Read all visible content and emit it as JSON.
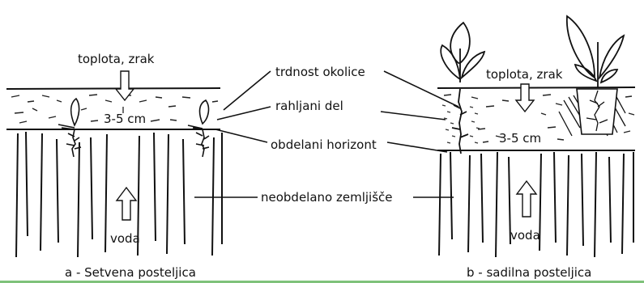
{
  "panel_a": {
    "heat_label": "toplota, zrak",
    "depth_label": "3-5 cm",
    "water_label": "voda",
    "caption": "a - Setvena posteljica"
  },
  "panel_b": {
    "heat_label": "toplota, zrak",
    "depth_label": "3-5 cm",
    "water_label": "voda",
    "caption": "b - sadilna posteljica"
  },
  "callouts": {
    "firmness": "trdnost okolice",
    "loosened": "rahljani del",
    "tilled": "obdelani horizont",
    "untilled": "neobdelano zemljišče"
  }
}
